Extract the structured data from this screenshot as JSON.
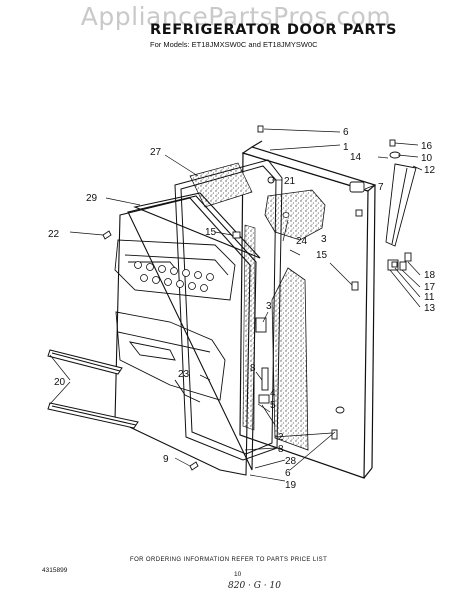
{
  "header": {
    "watermark": "AppliancePartsPros.com",
    "title": "REFRIGERATOR DOOR PARTS",
    "models": "For Models: ET18JMXSW0C and ET18JMYSW0C"
  },
  "callouts": {
    "c1": "1",
    "c2": "2",
    "c3a": "3",
    "c3b": "3",
    "c4": "4",
    "c5": "5",
    "c6a": "6",
    "c6b": "6",
    "c7": "7",
    "c8a": "8",
    "c8b": "8",
    "c9": "9",
    "c10": "10",
    "c11": "11",
    "c12": "12",
    "c13": "13",
    "c14": "14",
    "c15a": "15",
    "c15b": "15",
    "c16": "16",
    "c17": "17",
    "c18": "18",
    "c19": "19",
    "c20": "20",
    "c21": "21",
    "c22": "22",
    "c23": "23",
    "c24": "24",
    "c27": "27",
    "c28": "28",
    "c29": "29"
  },
  "footer": {
    "ordering_note": "FOR ORDERING INFORMATION REFER TO PARTS PRICE LIST",
    "doc_number": "4315899",
    "page_number": "10",
    "handwritten": "820 · G · 10"
  }
}
